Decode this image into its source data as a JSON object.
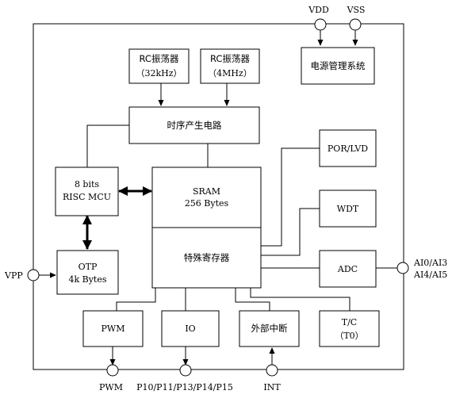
{
  "pins": {
    "vdd": "VDD",
    "vss": "VSS",
    "vpp": "VPP",
    "ai_line1": "AI0/AI3",
    "ai_line2": "AI4/AI5",
    "pwm": "PWM",
    "io": "P10/P11/P13/P14/P15",
    "int": "INT"
  },
  "blocks": {
    "rc_32k": {
      "line1": "RC振荡器",
      "line2": "（32kHz）"
    },
    "rc_4m": {
      "line1": "RC振荡器",
      "line2": "（4MHz）"
    },
    "power_mgmt": "电源管理系统",
    "clock_gen": "时序产生电路",
    "mcu": {
      "line1": "8 bits",
      "line2": "RISC MCU"
    },
    "sram": {
      "line1": "SRAM",
      "line2": "256 Bytes"
    },
    "special_reg": "特殊寄存器",
    "otp": {
      "line1": "OTP",
      "line2": "4k Bytes"
    },
    "por_lvd": "POR/LVD",
    "wdt": "WDT",
    "adc": "ADC",
    "pwm": "PWM",
    "io": "IO",
    "ext_int": "外部中断",
    "timer": {
      "line1": "T/C",
      "line2": "（T0）"
    }
  },
  "colors": {
    "line": "#000000",
    "fill": "#ffffff"
  }
}
